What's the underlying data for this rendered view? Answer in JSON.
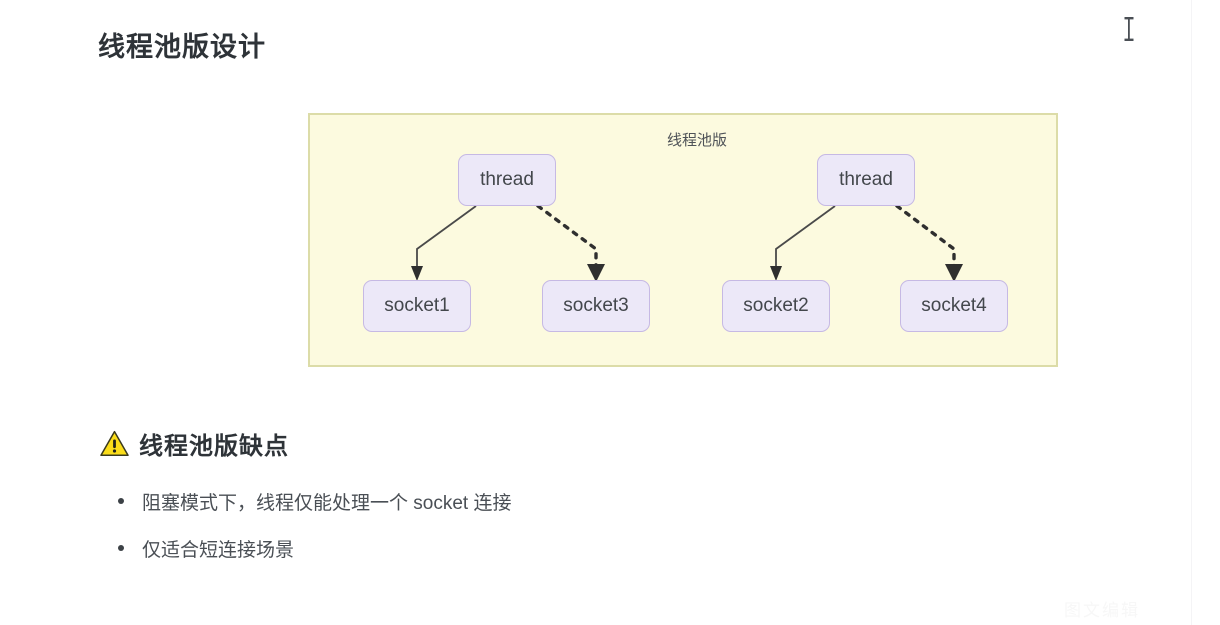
{
  "page": {
    "title": "线程池版设计",
    "background_color": "#ffffff"
  },
  "diagram": {
    "label": "线程池版",
    "container_fill": "#fcfadf",
    "container_border": "#dcdca8",
    "node_fill": "#ece8f8",
    "node_border": "#c6b9e4",
    "edge_color": "#4a4a4a",
    "nodes": [
      {
        "id": "thread-1",
        "label": "thread",
        "kind": "thread"
      },
      {
        "id": "thread-2",
        "label": "thread",
        "kind": "thread"
      },
      {
        "id": "socket-1",
        "label": "socket1",
        "kind": "socket"
      },
      {
        "id": "socket-3",
        "label": "socket3",
        "kind": "socket"
      },
      {
        "id": "socket-2",
        "label": "socket2",
        "kind": "socket"
      },
      {
        "id": "socket-4",
        "label": "socket4",
        "kind": "socket"
      }
    ],
    "edges": [
      {
        "from": "thread-1",
        "to": "socket-1",
        "style": "solid"
      },
      {
        "from": "thread-1",
        "to": "socket-3",
        "style": "dotted"
      },
      {
        "from": "thread-2",
        "to": "socket-2",
        "style": "solid"
      },
      {
        "from": "thread-2",
        "to": "socket-4",
        "style": "dotted"
      }
    ]
  },
  "drawbacks": {
    "icon": "warning-triangle-icon",
    "title": "线程池版缺点",
    "items": [
      "阻塞模式下，线程仅能处理一个 socket 连接",
      "仅适合短连接场景"
    ]
  },
  "cursor": {
    "icon": "text-ibeam-cursor"
  },
  "watermark": {
    "text": "图文编辑"
  }
}
